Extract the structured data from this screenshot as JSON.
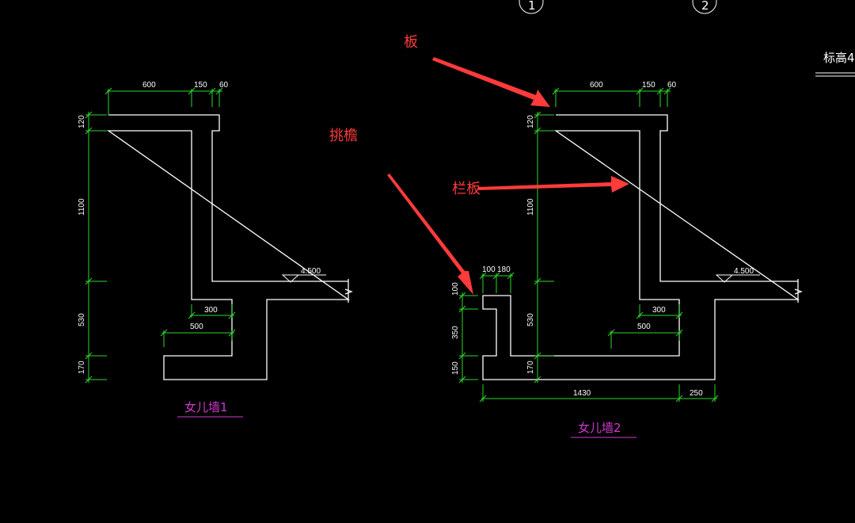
{
  "labels": {
    "ban": "板",
    "tiaoyan": "挑檐",
    "lanban": "栏板",
    "biaogao": "标高4",
    "title1": "女儿墙1",
    "title2": "女儿墙2",
    "axis1": "1",
    "axis2": "2"
  },
  "elevation": "4.500",
  "wall1": {
    "top_dims": [
      "600",
      "150",
      "60"
    ],
    "side_dims": [
      "120",
      "1100",
      "530",
      "170"
    ],
    "dim_300": "300",
    "dim_500": "500"
  },
  "wall2": {
    "top_dims": [
      "600",
      "150",
      "60"
    ],
    "side_dims": [
      "120",
      "1100",
      "530",
      "170"
    ],
    "dim_300": "300",
    "dim_500": "500",
    "eave_top_dims": [
      "100",
      "180"
    ],
    "eave_side_dims": [
      "100",
      "350",
      "150"
    ],
    "bottom_dims": [
      "1430",
      "250"
    ]
  },
  "colors": {
    "annotation": "#ff3b3b",
    "dimension": "#2bd92b",
    "title": "#d23ad2"
  }
}
